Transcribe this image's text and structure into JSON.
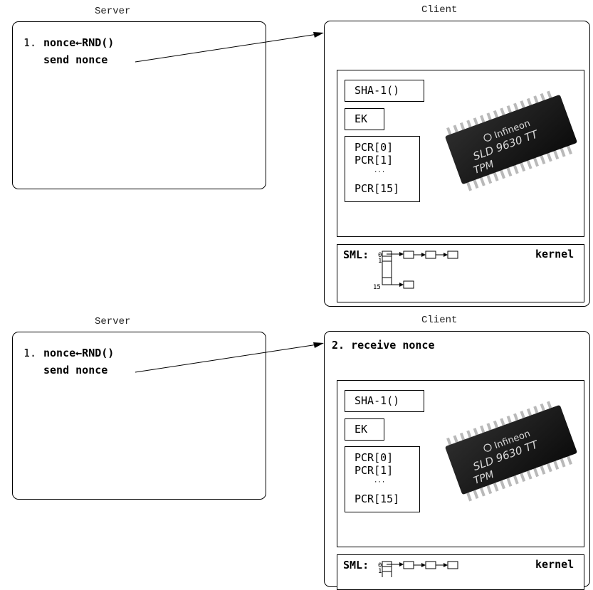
{
  "panels": [
    {
      "server_label": "Server",
      "client_label": "Client",
      "server_step_number": "1.",
      "server_line1": "nonce←RND()",
      "server_line2": "send nonce",
      "client_step": "",
      "tpm": {
        "sha": "SHA-1()",
        "ek": "EK",
        "pcr0": "PCR[0]",
        "pcr1": "PCR[1]",
        "dots": "···",
        "pcr15": "PCR[15]"
      },
      "chip_text": {
        "brand": "Infineon",
        "model": "SLD 9630 TT",
        "tpm": "TPM"
      },
      "sml": {
        "label": "SML:",
        "kernel": "kernel",
        "idx0": "0",
        "idx1": "1",
        "idx15": "15"
      }
    },
    {
      "server_label": "Server",
      "client_label": "Client",
      "server_step_number": "1.",
      "server_line1": "nonce←RND()",
      "server_line2": "send nonce",
      "client_step": "2. receive nonce",
      "tpm": {
        "sha": "SHA-1()",
        "ek": "EK",
        "pcr0": "PCR[0]",
        "pcr1": "PCR[1]",
        "dots": "···",
        "pcr15": "PCR[15]"
      },
      "chip_text": {
        "brand": "Infineon",
        "model": "SLD 9630 TT",
        "tpm": "TPM"
      },
      "sml": {
        "label": "SML:",
        "kernel": "kernel",
        "idx0": "0",
        "idx1": "1"
      }
    }
  ],
  "colors": {
    "chip_body": "#141414",
    "pins": "#b9b9b9",
    "chip_text": "#d8d8d8"
  }
}
